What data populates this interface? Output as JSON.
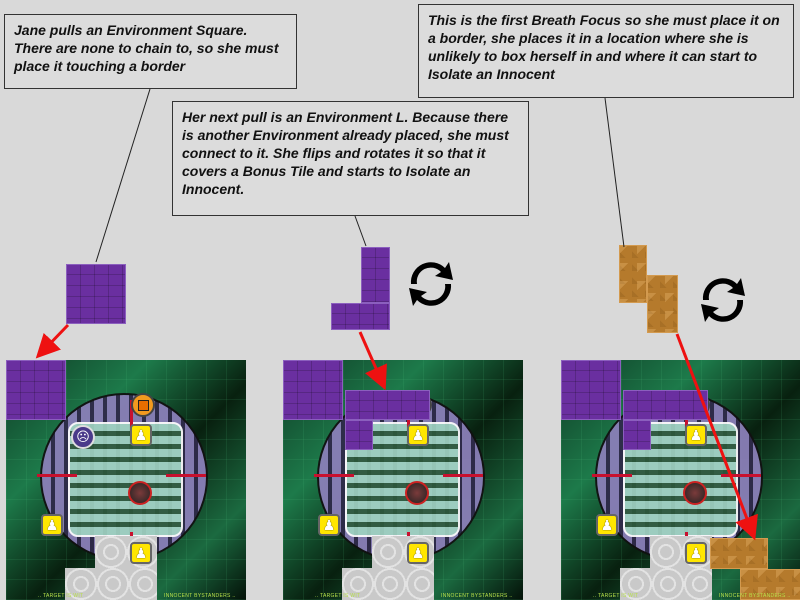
{
  "callouts": [
    {
      "text": "Jane pulls an Environment Square. There are none to chain to, so she must place it touching a border"
    },
    {
      "text": "Her next pull is an Environment L.  Because there is another Environment already placed, she must connect to it.  She flips and rotates it so that it covers a Bonus Tile and starts to Isolate an Innocent."
    },
    {
      "text": "This is the first Breath Focus so she must place it on a border, she places it in a location where she is unlikely to box herself in and where it can start to Isolate an Innocent"
    }
  ],
  "board": {
    "footer_left": ".. TARGET IS WIT",
    "footer_right": "INNOCENT BYSTANDERS .."
  },
  "pieces": {
    "environment_square": {
      "color": "#6a2fa0"
    },
    "environment_l": {
      "color": "#6a2fa0"
    },
    "breath_focus": {
      "color": "#b57a2c"
    }
  },
  "icons": {
    "rotate": "rotate-arrows-icon",
    "angel": "innocent-angel-icon",
    "bonus": "bonus-tile-icon",
    "villain": "villain-face-icon",
    "target": "target-icon"
  },
  "arrow_color": "#ee1111"
}
